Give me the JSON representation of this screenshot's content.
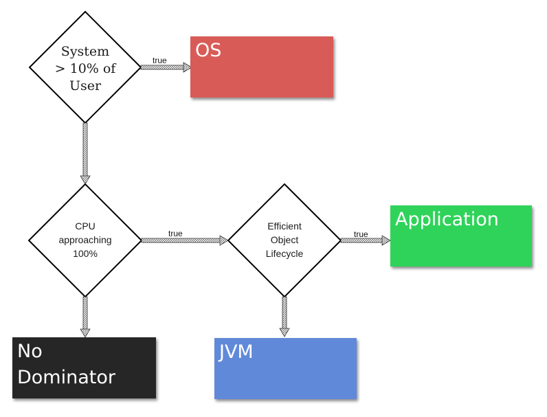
{
  "diagram": {
    "decisions": {
      "system": "System\n> 10% of\nUser",
      "cpu": "CPU\napproaching\n100%",
      "efficient": "Efficient\nObject\nLifecycle"
    },
    "edge_labels": {
      "system_to_os": "true",
      "cpu_to_efficient": "true",
      "efficient_to_application": "true"
    },
    "outcomes": {
      "os": {
        "label": "OS",
        "color": "#d95b57"
      },
      "application": {
        "label": "Application",
        "color": "#2fd35a"
      },
      "no_dominator": {
        "label": "No\nDominator",
        "color": "#262626"
      },
      "jvm": {
        "label": "JVM",
        "color": "#6189d9"
      }
    }
  }
}
